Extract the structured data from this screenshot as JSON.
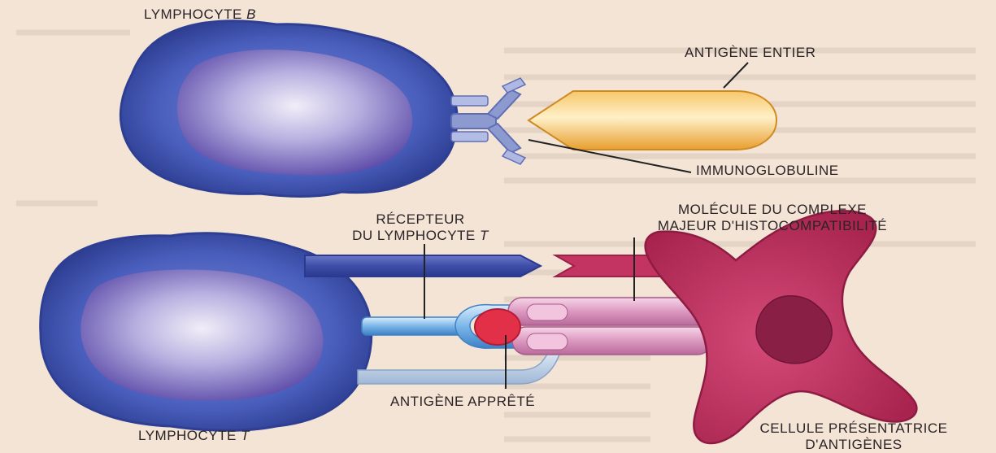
{
  "labels": {
    "lymphocyte_b": {
      "text": "LYMPHOCYTE ",
      "letter": "B"
    },
    "antigene_entier": "ANTIGÈNE ENTIER",
    "immunoglobuline": "IMMUNOGLOBULINE",
    "recepteur_line1": "RÉCEPTEUR",
    "recepteur_line2": {
      "text": "DU LYMPHOCYTE ",
      "letter": "T"
    },
    "cmh_line1": "MOLÉCULE DU COMPLEXE",
    "cmh_line2": "MAJEUR D'HISTOCOMPATIBILITÉ",
    "antigene_apprete": "ANTIGÈNE APPRÊTÉ",
    "lymphocyte_t": {
      "text": "LYMPHOCYTE ",
      "letter": "T"
    },
    "cpa_line1": "CELLULE PRÉSENTATRICE",
    "cpa_line2": "D'ANTIGÈNES"
  },
  "colors": {
    "background": "#f3e4d6",
    "lymphocyte_membrane": "#3f56b0",
    "lymphocyte_nucleus": "#7d6fc2",
    "antigen_whole": "#f0b24a",
    "immunoglobulin": "#8c9ad0",
    "apc_cell": "#b72e58",
    "mhc_molecule": "#e3a6c8",
    "processed_antigen": "#e23048",
    "receptor": "#5f9fdc"
  }
}
